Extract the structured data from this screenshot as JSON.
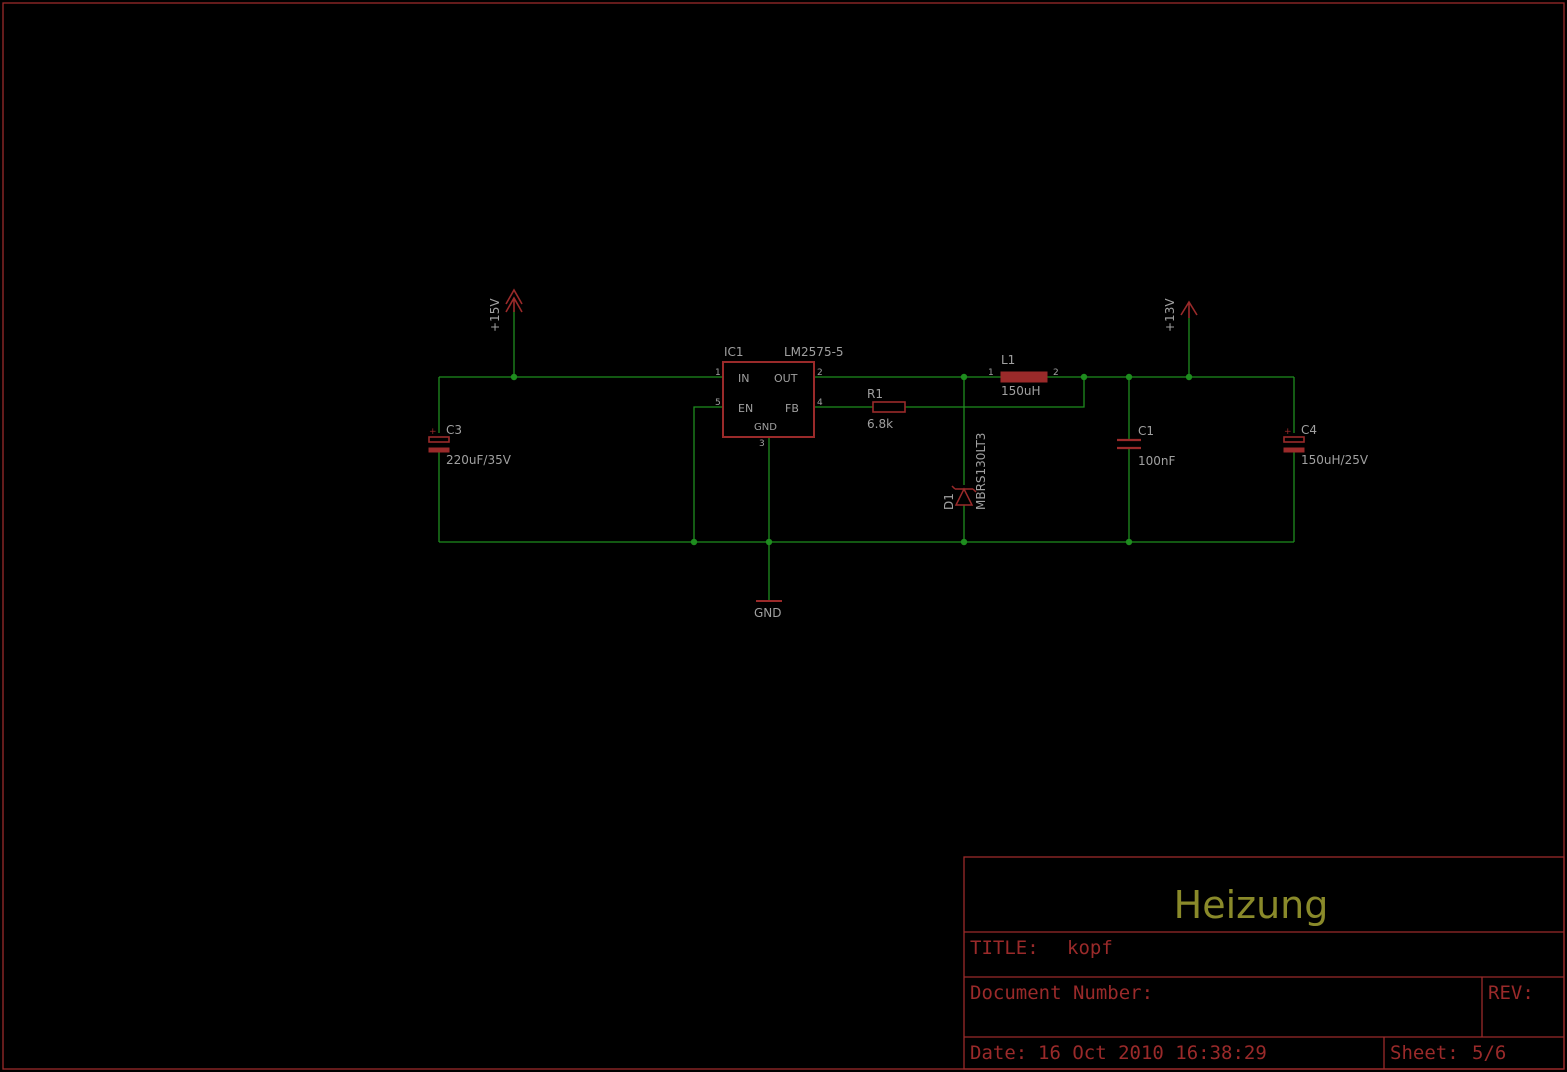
{
  "schematic": {
    "parts": {
      "ic1": {
        "ref": "IC1",
        "value": "LM2575-5",
        "pins": {
          "in": "IN",
          "out": "OUT",
          "en": "EN",
          "fb": "FB",
          "gnd": "GND"
        },
        "pin_numbers": {
          "in": "1",
          "out": "2",
          "gnd": "3",
          "fb": "4",
          "en": "5"
        }
      },
      "r1": {
        "ref": "R1",
        "value": "6.8k"
      },
      "l1": {
        "ref": "L1",
        "value": "150uH",
        "pin1": "1",
        "pin2": "2"
      },
      "d1": {
        "ref": "D1",
        "value": "MBRS130LT3"
      },
      "c1": {
        "ref": "C1",
        "value": "100nF"
      },
      "c3": {
        "ref": "C3",
        "value": "220uF/35V",
        "polarity": "+"
      },
      "c4": {
        "ref": "C4",
        "value": "150uH/25V",
        "polarity": "+"
      }
    },
    "supplies": {
      "vin": "+15V",
      "vout": "+13V",
      "gnd": "GND"
    }
  },
  "title_block": {
    "project": "Heizung",
    "title_label": "TITLE:",
    "title_value": "kopf",
    "document_number_label": "Document Number:",
    "rev_label": "REV:",
    "date_label": "Date:",
    "date_value": "16 Oct 2010 16:38:29",
    "sheet_label": "Sheet:",
    "sheet_value": "5/6"
  },
  "colors": {
    "background": "#000000",
    "wire": "#1e8c1e",
    "part": "#9a2a2a",
    "text": "#a0a0a0",
    "title": "#8a8a2a"
  }
}
